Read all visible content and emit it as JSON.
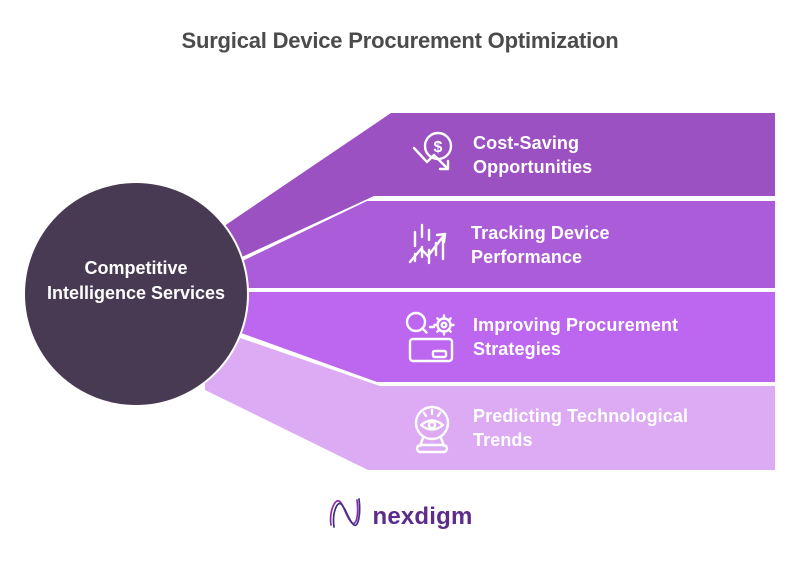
{
  "title": "Surgical Device Procurement Optimization",
  "center": {
    "label": "Competitive Intelligence Services",
    "color": "#493a53",
    "text_color": "#ffffff"
  },
  "bands": [
    {
      "label": "Cost-Saving Opportunities",
      "icon": "dollar-decrease-icon",
      "icon_glyph": "$",
      "color": "#9b51c1"
    },
    {
      "label": "Tracking Device Performance",
      "icon": "chart-growth-arrow-icon",
      "color": "#aa5cd9"
    },
    {
      "label": "Improving Procurement Strategies",
      "icon": "search-gear-card-icon",
      "color": "#bd66ef"
    },
    {
      "label": "Predicting Technological Trends",
      "icon": "crystal-ball-eye-icon",
      "color": "#dcabf3"
    }
  ],
  "footer": {
    "brand": "nexdigm",
    "brand_color": "#5c2b8c"
  },
  "colors": {
    "background": "#ffffff",
    "title_text": "#4b4b4b",
    "band_text": "#ffffff"
  }
}
